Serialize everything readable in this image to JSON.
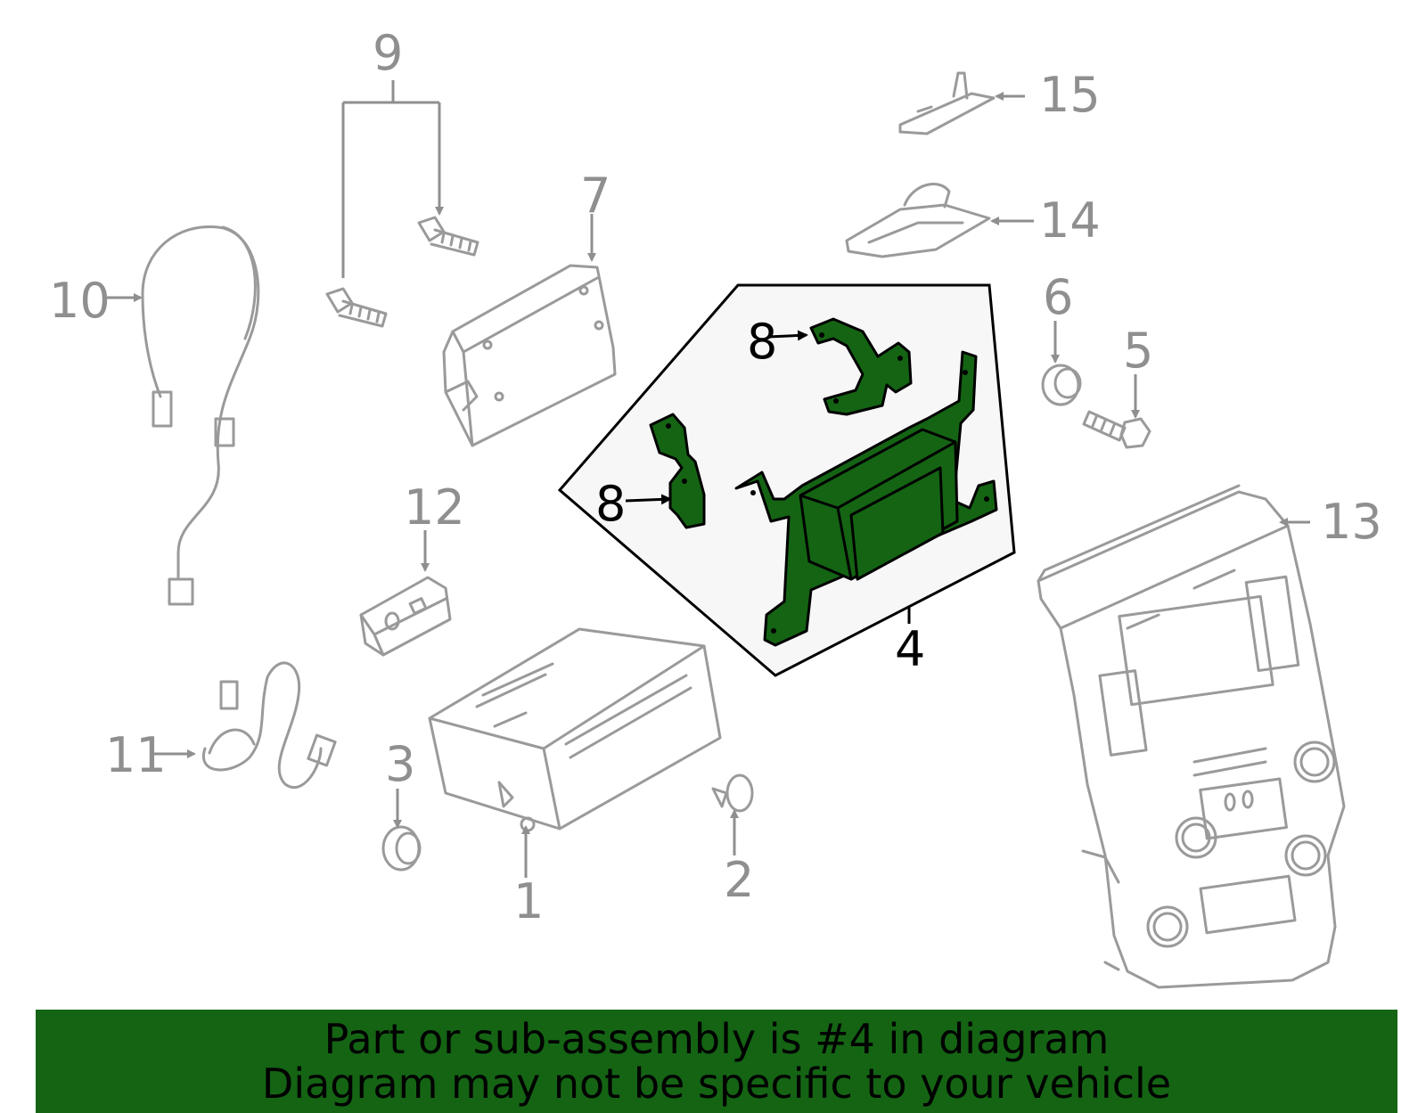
{
  "callouts": {
    "c1": "1",
    "c2": "2",
    "c3": "3",
    "c4": "4",
    "c5": "5",
    "c6": "6",
    "c7": "7",
    "c8a": "8",
    "c8b": "8",
    "c9": "9",
    "c10": "10",
    "c11": "11",
    "c12": "12",
    "c13": "13",
    "c14": "14",
    "c15": "15"
  },
  "highlighted_part": "4",
  "colors": {
    "highlight": "#146414",
    "parts": "#9a9a9a",
    "banner": "#146414"
  },
  "banner": {
    "line1": "Part or sub-assembly is #4 in diagram",
    "line2": "Diagram may not be specific to your vehicle"
  }
}
